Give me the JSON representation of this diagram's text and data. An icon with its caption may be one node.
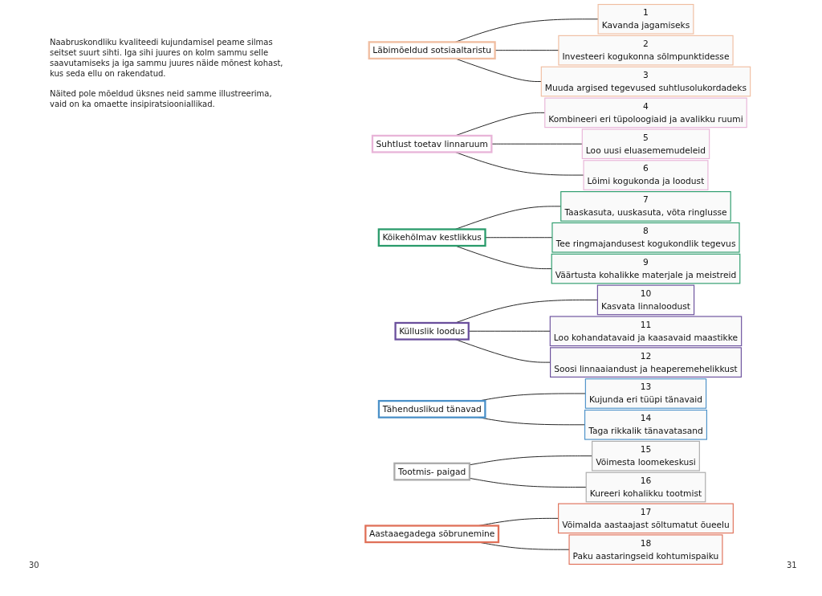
{
  "diagram": {
    "nodes": [
      {
        "text": [
          "Läbimõeldud sotsiaaltaristu"
        ]
      },
      {
        "text": [
          "Suhtlust toetav linnaruum"
        ]
      },
      {
        "text": [
          "Kõikehõlmav kestlikkus"
        ]
      },
      {
        "text": [
          "Külluslik loodus"
        ]
      },
      {
        "text": [
          "Tähenduslikud tänavad"
        ]
      },
      {
        "text": [
          "Tootmis- paigad"
        ]
      },
      {
        "text": [
          "Aastaaegadega sõbrunemine"
        ]
      },
      {
        "text": [
          "1",
          "Kavanda jagamiseks"
        ]
      },
      {
        "text": [
          "2",
          "Investeeri kogukonna sõlmpunktidesse"
        ]
      },
      {
        "text": [
          "3",
          "Muuda argised tegevused suhtlusolukordadeks"
        ]
      },
      {
        "text": [
          "4",
          "Kombineeri eri tüpoloogiaid ja avalikku ruumi"
        ]
      },
      {
        "text": [
          "5",
          "Loo uusi eluasememudeleid"
        ]
      },
      {
        "text": [
          "6",
          "Lõimi kogukonda ja loodust"
        ]
      },
      {
        "text": [
          "7",
          "Taaskasuta, uuskasuta, võta ringlusse"
        ]
      },
      {
        "text": [
          "8",
          "Tee ringmajandusest kogukondlik tegevus"
        ]
      },
      {
        "text": [
          "9",
          "Väärtusta kohalikke materjale ja meistreid"
        ]
      },
      {
        "text": [
          "10",
          "Kasvata linnaloodust"
        ]
      },
      {
        "text": [
          "11",
          "Loo kohandatavaid ja kaasavaid maastikke"
        ]
      },
      {
        "text": [
          "12",
          "Soosi linnaaiandust ja heaperemehelikkust"
        ]
      },
      {
        "text": [
          "13",
          "Kujunda eri tüüpi tänavaid"
        ]
      },
      {
        "text": [
          "14",
          "Taga rikkalik tänavatasand"
        ]
      },
      {
        "text": [
          "15",
          "Võimesta loomekeskusi"
        ]
      },
      {
        "text": [
          "16",
          "Kureeri kohalikku tootmist"
        ]
      },
      {
        "text": [
          "17",
          "Võimalda aastaajast sõltumatut õueelu"
        ]
      },
      {
        "text": [
          "18",
          "Paku aastaringseid kohtumispaiku"
        ]
      }
    ],
    "edges": [
      {
        "from": 0,
        "to": 7,
        "arrow": "none"
      },
      {
        "from": 0,
        "to": 8,
        "arrow": "none"
      },
      {
        "from": 0,
        "to": 9,
        "arrow": "none"
      },
      {
        "from": 1,
        "to": 10,
        "arrow": "none"
      },
      {
        "from": 1,
        "to": 11,
        "arrow": "none"
      },
      {
        "from": 1,
        "to": 12,
        "arrow": "none"
      },
      {
        "from": 2,
        "to": 13,
        "arrow": "none"
      },
      {
        "from": 2,
        "to": 14,
        "arrow": "none"
      },
      {
        "from": 2,
        "to": 15,
        "arrow": "none"
      },
      {
        "from": 3,
        "to": 16,
        "arrow": "none"
      },
      {
        "from": 3,
        "to": 17,
        "arrow": "none"
      },
      {
        "from": 3,
        "to": 18,
        "arrow": "none"
      },
      {
        "from": 4,
        "to": 19,
        "arrow": "none"
      },
      {
        "from": 4,
        "to": 20,
        "arrow": "none"
      },
      {
        "from": 5,
        "to": 21,
        "arrow": "none"
      },
      {
        "from": 5,
        "to": 22,
        "arrow": "none"
      },
      {
        "from": 6,
        "to": 23,
        "arrow": "none"
      },
      {
        "from": 6,
        "to": 24,
        "arrow": "none"
      }
    ],
    "labels": [
      "Naabruskondliku kvaliteedi kujundamisel peame silmas seitset suurt sihti. Iga sihi juures on kolm sammu selle saavutamiseks ja iga sammu juures näide mõnest kohast, kus seda ellu on rakendatud.",
      "Näited pole mõeldud üksnes neid samme illustreerima, vaid on ka omaette insipiratsiooniallikad.",
      "30",
      "31"
    ]
  }
}
